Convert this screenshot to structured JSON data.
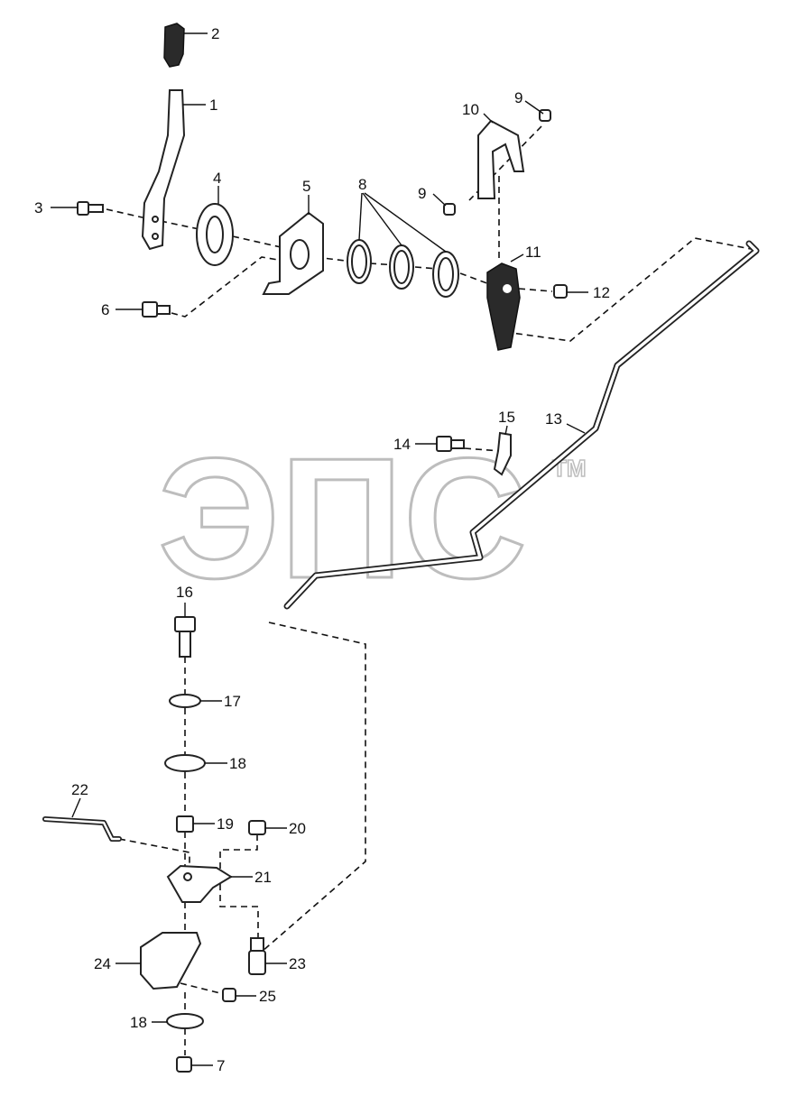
{
  "watermark": {
    "text": "ЭПС",
    "mark": "TM"
  },
  "callouts": {
    "c1": "1",
    "c2": "2",
    "c3": "3",
    "c4": "4",
    "c5": "5",
    "c6": "6",
    "c7": "7",
    "c8": "8",
    "c9a": "9",
    "c9b": "9",
    "c10": "10",
    "c11": "11",
    "c12": "12",
    "c13": "13",
    "c14": "14",
    "c15": "15",
    "c16": "16",
    "c17": "17",
    "c18a": "18",
    "c18b": "18",
    "c19": "19",
    "c20": "20",
    "c21": "21",
    "c22": "22",
    "c23": "23",
    "c24": "24",
    "c25": "25"
  }
}
